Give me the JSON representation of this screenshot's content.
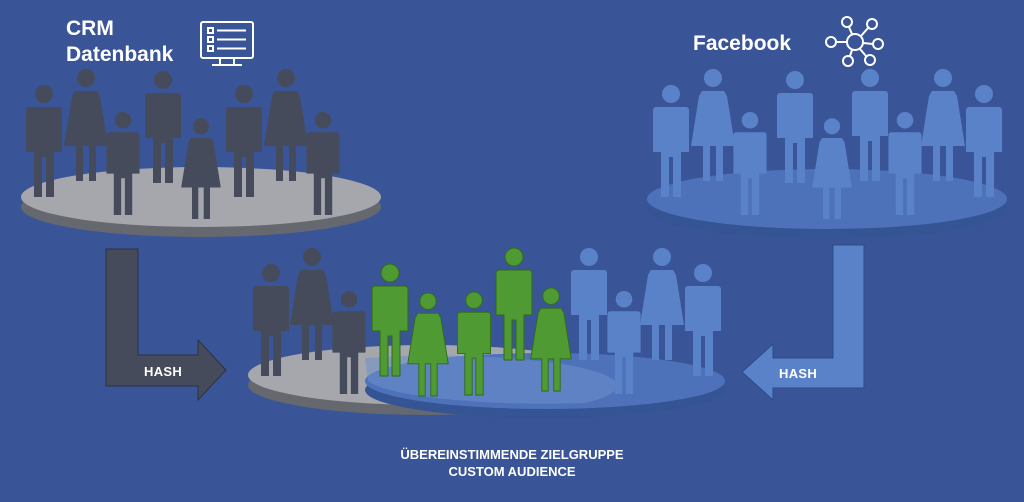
{
  "crm": {
    "title_line1": "CRM",
    "title_line2": "Datenbank",
    "icon": "monitor-list-icon"
  },
  "facebook": {
    "title": "Facebook",
    "icon": "network-nodes-icon"
  },
  "arrows": {
    "left_label": "HASH",
    "right_label": "HASH"
  },
  "caption": {
    "line1": "ÜBEREINSTIMMENDE ZIELGRUPPE",
    "line2": "CUSTOM AUDIENCE"
  },
  "colors": {
    "background": "#3a5597",
    "crm_people": "#454b5a",
    "crm_platform_top": "#a5a7ad",
    "crm_platform_side": "#65686f",
    "fb_people": "#5a82c8",
    "fb_platform_top": "#4d72ba",
    "fb_platform_side": "#355493",
    "match_people": "#4f9a33",
    "arrow_dark": "#454b5a",
    "arrow_light": "#5a82c8"
  }
}
